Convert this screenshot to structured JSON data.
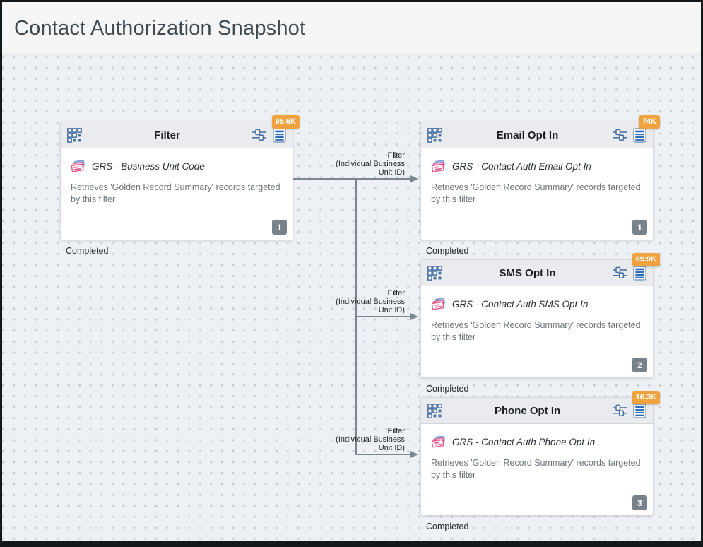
{
  "header": {
    "title": "Contact Authorization Snapshot"
  },
  "nodes": [
    {
      "title": "Filter",
      "count": "96.6K",
      "source": "GRS - Business Unit Code",
      "description": "Retrieves 'Golden Record Summary' records targeted by this filter",
      "order": "1",
      "status": "Completed"
    },
    {
      "title": "Email Opt In",
      "count": "74K",
      "source": "GRS - Contact Auth Email Opt In",
      "description": "Retrieves 'Golden Record Summary' records targeted by this filter",
      "order": "1",
      "status": "Completed"
    },
    {
      "title": "SMS Opt In",
      "count": "69.9K",
      "source": "GRS - Contact Auth SMS Opt In",
      "description": "Retrieves 'Golden Record Summary' records targeted by this filter",
      "order": "2",
      "status": "Completed"
    },
    {
      "title": "Phone Opt In",
      "count": "16.3K",
      "source": "GRS - Contact Auth Phone Opt In",
      "description": "Retrieves 'Golden Record Summary' records targeted by this filter",
      "order": "3",
      "status": "Completed"
    }
  ],
  "edges": [
    {
      "label": "Filter\n(Individual Business\nUnit ID)"
    },
    {
      "label": "Filter\n(Individual Business\nUnit ID)"
    },
    {
      "label": "Filter\n(Individual Business\nUnit ID)"
    }
  ],
  "icons": {
    "node_type": "grid-icon",
    "configure": "sliders-icon",
    "results": "list-icon",
    "source_type": "filter-cards-icon"
  },
  "colors": {
    "count_badge_orange": "#F0A23E",
    "icon_blue": "#4B73A6",
    "list_icon_blue": "#2E6CB5",
    "source_pink": "#E2578C",
    "order_badge_gray": "#77828B",
    "connector_gray": "#7C868D",
    "canvas_bg": "#EDF0F4",
    "header_bg": "#F5F5F5",
    "title_text": "#3D4A53"
  }
}
